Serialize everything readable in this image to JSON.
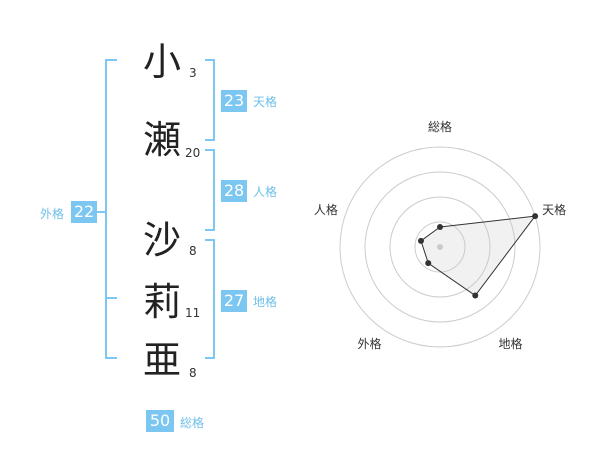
{
  "colors": {
    "accent": "#7cc7f2",
    "accent_text": "#6fbfe8",
    "bracket": "#7cc7f2"
  },
  "name": {
    "chars": [
      {
        "char": "小",
        "strokes": "3"
      },
      {
        "char": "瀬",
        "strokes": "20"
      },
      {
        "char": "沙",
        "strokes": "8"
      },
      {
        "char": "莉",
        "strokes": "11"
      },
      {
        "char": "亜",
        "strokes": "8"
      }
    ]
  },
  "fortunes": {
    "tenkaku": {
      "value": "23",
      "label": "天格"
    },
    "jinkaku": {
      "value": "28",
      "label": "人格"
    },
    "chikaku": {
      "value": "27",
      "label": "地格"
    },
    "gaikaku": {
      "value": "22",
      "label": "外格"
    },
    "soukaku": {
      "value": "50",
      "label": "総格"
    }
  },
  "chart_data": {
    "type": "radar",
    "axes": [
      "総格",
      "天格",
      "地格",
      "外格",
      "人格"
    ],
    "values": [
      0.2,
      1.0,
      0.6,
      0.2,
      0.2
    ],
    "rings": 4
  }
}
